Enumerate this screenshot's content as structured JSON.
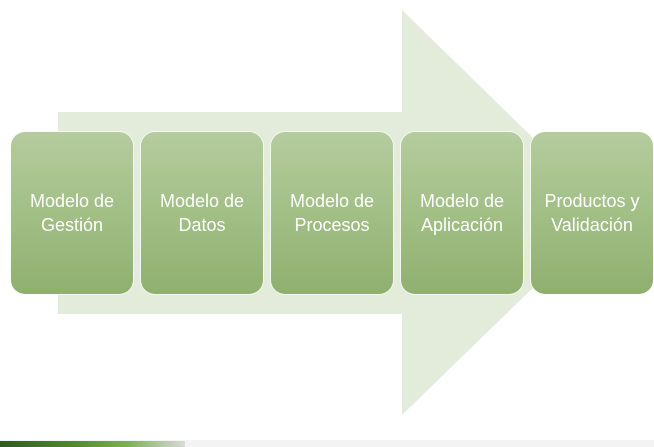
{
  "diagram": {
    "steps": [
      {
        "label": "Modelo de\nGestión"
      },
      {
        "label": "Modelo de\nDatos"
      },
      {
        "label": "Modelo de\nProcesos"
      },
      {
        "label": "Modelo de\nAplicación"
      },
      {
        "label": "Productos y\nValidación"
      }
    ],
    "colors": {
      "arrow": "#e3ecdb",
      "step_top": "#b5cc9e",
      "step_bottom": "#8fb06f",
      "text": "#ffffff"
    }
  }
}
